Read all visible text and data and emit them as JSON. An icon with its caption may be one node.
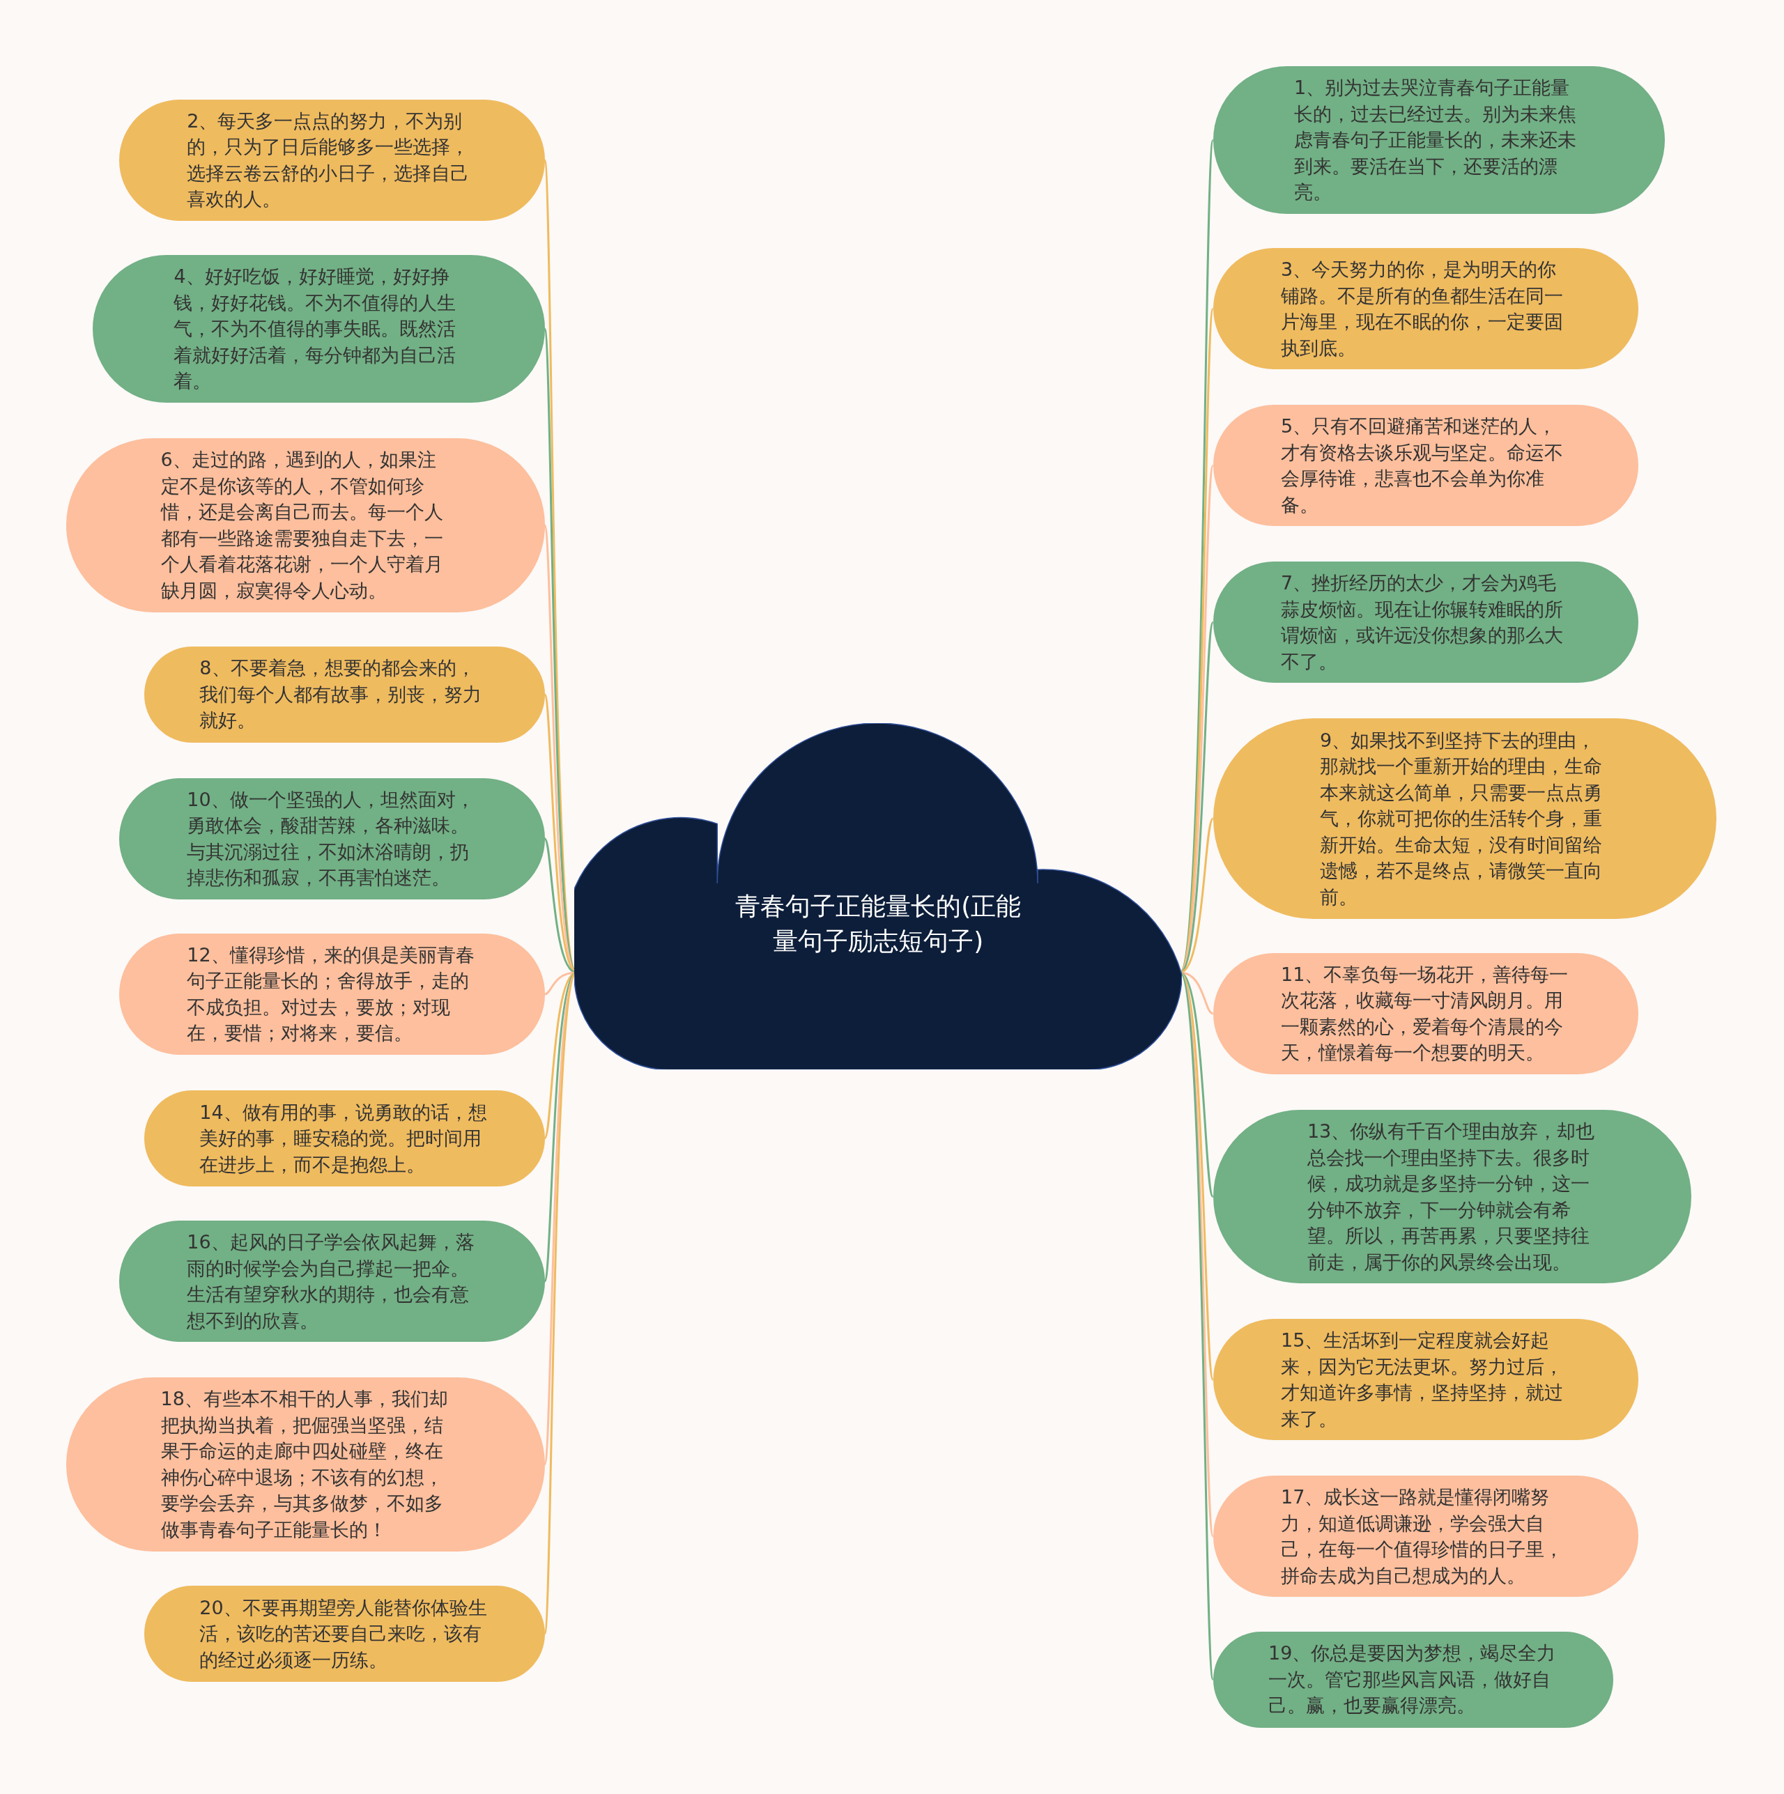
{
  "diagram": {
    "nodes": [
      {
        "text": [
          "青春句子正能量长的(正能量句子励志短句子)"
        ]
      },
      {
        "text": [
          "1、别为过去哭泣青春句子正能量长的，过去已经过去。别为未来焦虑青春句子正能量长的，未来还未到来。要活在当下，还要活的漂亮。"
        ]
      },
      {
        "text": [
          "2、每天多一点点的努力，不为别的，只为了日后能够多一些选择，选择云卷云舒的小日子，选择自己喜欢的人。"
        ]
      },
      {
        "text": [
          "3、今天努力的你，是为明天的你铺路。不是所有的鱼都生活在同一片海里，现在不眠的你，一定要固执到底。"
        ]
      },
      {
        "text": [
          "4、好好吃饭，好好睡觉，好好挣钱，好好花钱。不为不值得的人生气，不为不值得的事失眠。既然活着就好好活着，每分钟都为自己活着。"
        ]
      },
      {
        "text": [
          "5、只有不回避痛苦和迷茫的人，才有资格去谈乐观与坚定。命运不会厚待谁，悲喜也不会单为你准备。"
        ]
      },
      {
        "text": [
          "6、走过的路，遇到的人，如果注定不是你该等的人，不管如何珍惜，还是会离自己而去。每一个人都有一些路途需要独自走下去，一个人看着花落花谢，一个人守着月缺月圆，寂寞得令人心动。"
        ]
      },
      {
        "text": [
          "7、挫折经历的太少，才会为鸡毛蒜皮烦恼。现在让你辗转难眠的所谓烦恼，或许远没你想象的那么大不了。"
        ]
      },
      {
        "text": [
          "8、不要着急，想要的都会来的，我们每个人都有故事，别丧，努力就好。"
        ]
      },
      {
        "text": [
          "9、如果找不到坚持下去的理由，那就找一个重新开始的理由，生命本来就这么简单，只需要一点点勇气，你就可把你的生活转个身，重新开始。生命太短，没有时间留给遗憾，若不是终点，请微笑一直向前。"
        ]
      },
      {
        "text": [
          "10、做一个坚强的人，坦然面对，勇敢体会，酸甜苦辣，各种滋味。与其沉溺过往，不如沐浴晴朗，扔掉悲伤和孤寂，不再害怕迷茫。"
        ]
      },
      {
        "text": [
          "11、不辜负每一场花开，善待每一次花落，收藏每一寸清风朗月。用一颗素然的心，爱着每个清晨的今天，憧憬着每一个想要的明天。"
        ]
      },
      {
        "text": [
          "12、懂得珍惜，来的俱是美丽青春句子正能量长的；舍得放手，走的不成负担。对过去，要放；对现在，要惜；对将来，要信。"
        ]
      },
      {
        "text": [
          "13、你纵有千百个理由放弃，却也总会找一个理由坚持下去。很多时候，成功就是多坚持一分钟，这一分钟不放弃，下一分钟就会有希望。所以，再苦再累，只要坚持往前走，属于你的风景终会出现。"
        ]
      },
      {
        "text": [
          "14、做有用的事，说勇敢的话，想美好的事，睡安稳的觉。把时间用在进步上，而不是抱怨上。"
        ]
      },
      {
        "text": [
          "15、生活坏到一定程度就会好起来，因为它无法更坏。努力过后，才知道许多事情，坚持坚持，就过来了。"
        ]
      },
      {
        "text": [
          "16、起风的日子学会依风起舞，落雨的时候学会为自己撑起一把伞。生活有望穿秋水的期待，也会有意想不到的欣喜。"
        ]
      },
      {
        "text": [
          "17、成长这一路就是懂得闭嘴努力，知道低调谦逊，学会强大自己，在每一个值得珍惜的日子里，拼命去成为自己想成为的人。"
        ]
      },
      {
        "text": [
          "18、有些本不相干的人事，我们却把执拗当执着，把倔强当坚强，结果于命运的走廊中四处碰壁，终在神伤心碎中退场；不该有的幻想，要学会丢弃，与其多做梦，不如多做事青春句子正能量长的！"
        ]
      },
      {
        "text": [
          "19、你总是要因为梦想，竭尽全力一次。管它那些风言风语，做好自己。赢，也要赢得漂亮。"
        ]
      },
      {
        "text": [
          "20、不要再期望旁人能替你体验生活，该吃的苦还要自己来吃，该有的经过必须逐一历练。"
        ]
      }
    ],
    "edges": [
      {
        "from": 0,
        "to": 1,
        "arrow": "none",
        "color": "#72b085"
      },
      {
        "from": 0,
        "to": 2,
        "arrow": "none",
        "color": "#efbb5f"
      },
      {
        "from": 0,
        "to": 3,
        "arrow": "none",
        "color": "#efbb5f"
      },
      {
        "from": 0,
        "to": 4,
        "arrow": "none",
        "color": "#72b085"
      },
      {
        "from": 0,
        "to": 5,
        "arrow": "none",
        "color": "#fdbf9d"
      },
      {
        "from": 0,
        "to": 6,
        "arrow": "none",
        "color": "#fdbf9d"
      },
      {
        "from": 0,
        "to": 7,
        "arrow": "none",
        "color": "#72b085"
      },
      {
        "from": 0,
        "to": 8,
        "arrow": "none",
        "color": "#efbb5f"
      },
      {
        "from": 0,
        "to": 9,
        "arrow": "none",
        "color": "#efbb5f"
      },
      {
        "from": 0,
        "to": 10,
        "arrow": "none",
        "color": "#72b085"
      },
      {
        "from": 0,
        "to": 11,
        "arrow": "none",
        "color": "#fdbf9d"
      },
      {
        "from": 0,
        "to": 12,
        "arrow": "none",
        "color": "#fdbf9d"
      },
      {
        "from": 0,
        "to": 13,
        "arrow": "none",
        "color": "#72b085"
      },
      {
        "from": 0,
        "to": 14,
        "arrow": "none",
        "color": "#efbb5f"
      },
      {
        "from": 0,
        "to": 15,
        "arrow": "none",
        "color": "#efbb5f"
      },
      {
        "from": 0,
        "to": 16,
        "arrow": "none",
        "color": "#72b085"
      },
      {
        "from": 0,
        "to": 17,
        "arrow": "none",
        "color": "#fdbf9d"
      },
      {
        "from": 0,
        "to": 18,
        "arrow": "none",
        "color": "#fdbf9d"
      },
      {
        "from": 0,
        "to": 19,
        "arrow": "none",
        "color": "#72b085"
      },
      {
        "from": 0,
        "to": 20,
        "arrow": "none",
        "color": "#efbb5f"
      }
    ]
  }
}
